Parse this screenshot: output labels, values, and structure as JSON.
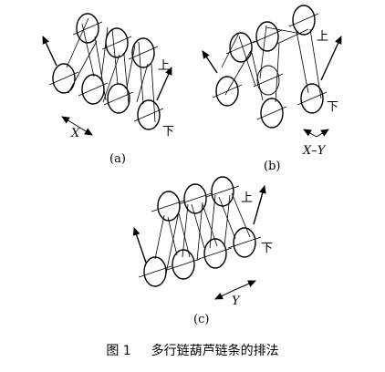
{
  "figure": {
    "number": "图 1",
    "title": "多行链葫芦链条的排法"
  },
  "panels": [
    {
      "id": "a",
      "label": "(a)",
      "upper_label": "上",
      "lower_label": "下",
      "direction_label": "X"
    },
    {
      "id": "b",
      "label": "(b)",
      "upper_label": "上",
      "lower_label": "下",
      "direction_label": "X–Y"
    },
    {
      "id": "c",
      "label": "(c)",
      "upper_label": "上",
      "lower_label": "下",
      "direction_label": "Y"
    }
  ]
}
